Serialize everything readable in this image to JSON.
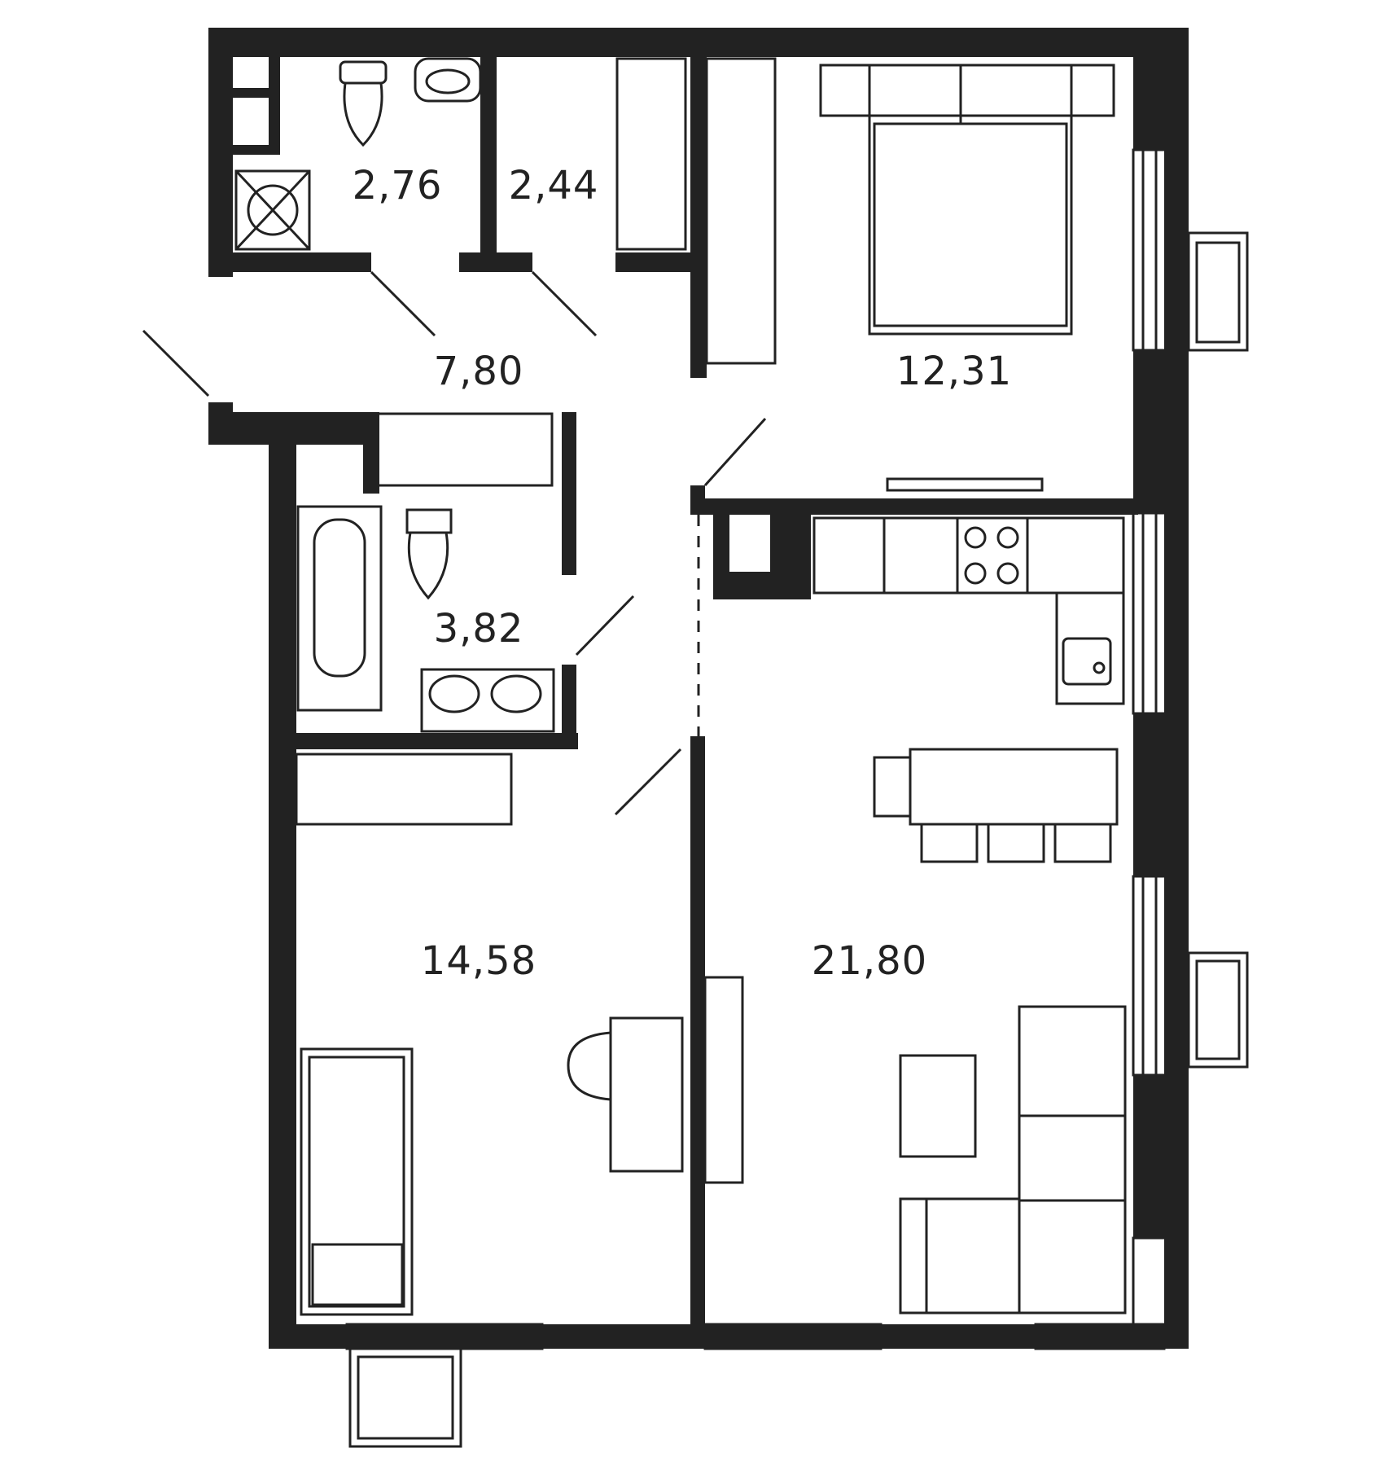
{
  "colors": {
    "wall": "#222222",
    "line": "#222222",
    "background": "#ffffff"
  },
  "rooms": [
    {
      "id": "wc",
      "area": "2,76"
    },
    {
      "id": "wardrobe",
      "area": "2,44"
    },
    {
      "id": "hallway",
      "area": "7,80"
    },
    {
      "id": "bedroom",
      "area": "12,31"
    },
    {
      "id": "bathroom",
      "area": "3,82"
    },
    {
      "id": "room",
      "area": "14,58"
    },
    {
      "id": "kitchen-living",
      "area": "21,80"
    }
  ]
}
